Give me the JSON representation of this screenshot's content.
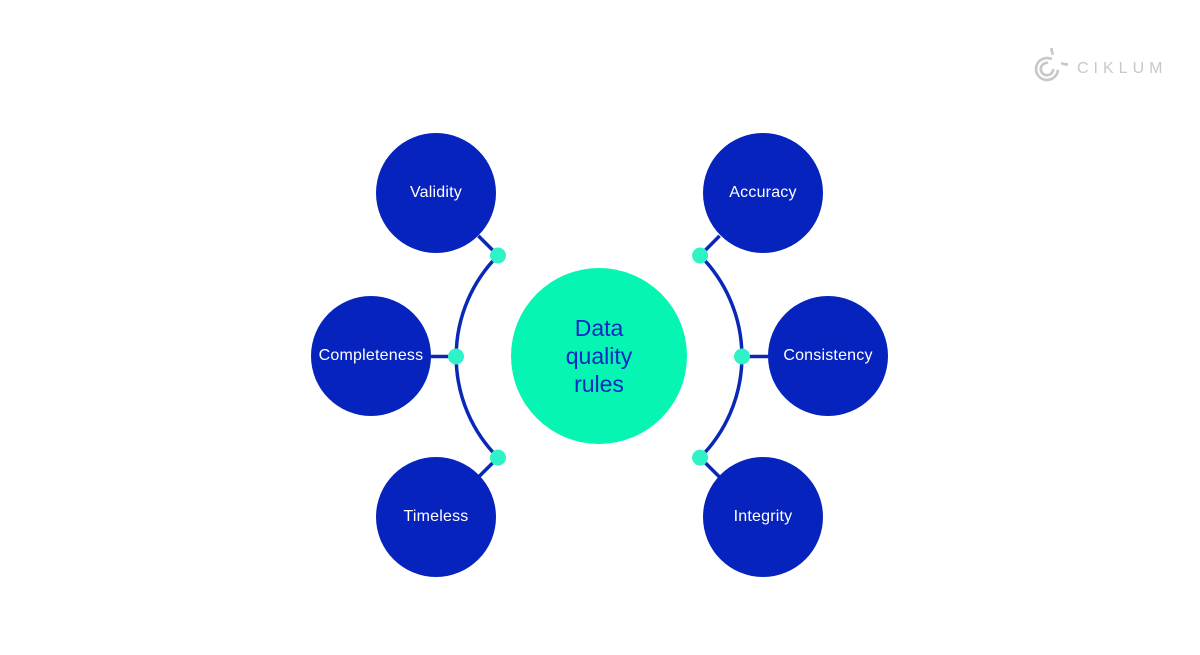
{
  "logo": {
    "text": "CIKLUM"
  },
  "colors": {
    "background": "#ffffff",
    "node_blue": "#0723bd",
    "center_mint": "#06f5b2",
    "dot_mint": "#2ff2c6",
    "connector_blue": "#0a28b8",
    "center_text_blue": "#0c2ac2",
    "node_text": "#ffffff",
    "logo_gray": "#c7c8c8"
  },
  "diagram": {
    "center": {
      "label": "Data quality rules"
    },
    "nodes": [
      {
        "id": "validity",
        "label": "Validity",
        "side": "left",
        "slot": "top"
      },
      {
        "id": "accuracy",
        "label": "Accuracy",
        "side": "right",
        "slot": "top"
      },
      {
        "id": "completeness",
        "label": "Completeness",
        "side": "left",
        "slot": "middle"
      },
      {
        "id": "consistency",
        "label": "Consistency",
        "side": "right",
        "slot": "middle"
      },
      {
        "id": "timeless",
        "label": "Timeless",
        "side": "left",
        "slot": "bottom"
      },
      {
        "id": "integrity",
        "label": "Integrity",
        "side": "right",
        "slot": "bottom"
      }
    ]
  }
}
